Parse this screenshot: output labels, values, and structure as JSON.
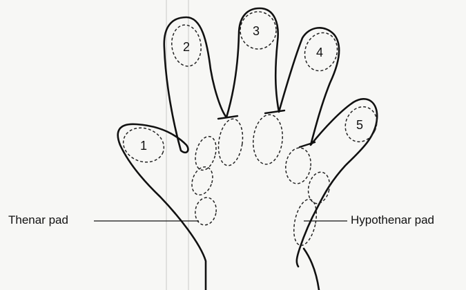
{
  "labels": {
    "thenar": "Thenar pad",
    "hypothenar": "Hypothenar pad"
  },
  "digit_numbers": [
    "1",
    "2",
    "3",
    "4",
    "5"
  ]
}
